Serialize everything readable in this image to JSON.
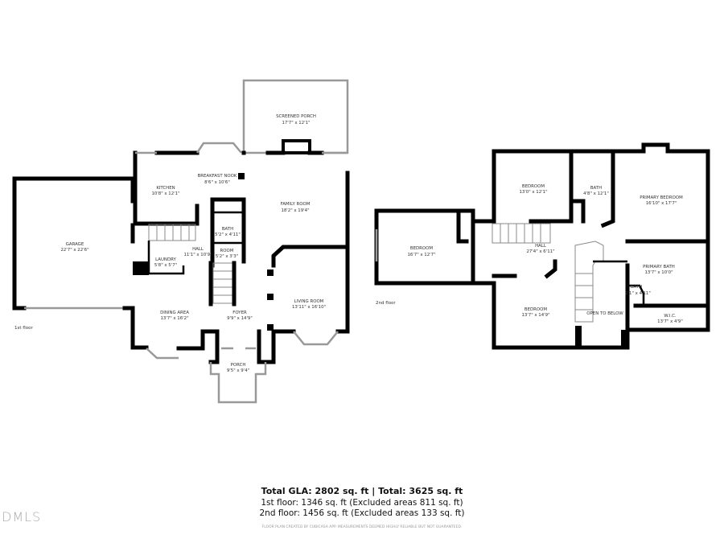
{
  "floor1": {
    "label": "1st floor",
    "rooms": [
      {
        "name": "SCREENED PORCH",
        "dims": "17'7\" x 12'1\""
      },
      {
        "name": "KITCHEN",
        "dims": "10'8\" x 12'1\""
      },
      {
        "name": "BREAKFAST NOOK",
        "dims": "8'6\" x 10'6\""
      },
      {
        "name": "FAMILY ROOM",
        "dims": "18'2\" x 19'4\""
      },
      {
        "name": "GARAGE",
        "dims": "22'7\" x 22'6\""
      },
      {
        "name": "BATH",
        "dims": "5'2\" x 4'11\""
      },
      {
        "name": "HALL",
        "dims": "11'1\" x 10'9\""
      },
      {
        "name": "ROOM",
        "dims": "5'2\" x 3'3\""
      },
      {
        "name": "LAUNDRY",
        "dims": "5'8\" x 5'7\""
      },
      {
        "name": "LIVING ROOM",
        "dims": "13'11\" x 16'10\""
      },
      {
        "name": "DINING AREA",
        "dims": "13'7\" x 16'2\""
      },
      {
        "name": "FOYER",
        "dims": "9'9\" x 14'9\""
      },
      {
        "name": "PORCH",
        "dims": "9'5\" x 9'4\""
      }
    ]
  },
  "floor2": {
    "label": "2nd floor",
    "rooms": [
      {
        "name": "BEDROOM",
        "dims": "13'0\" x 12'1\""
      },
      {
        "name": "BATH",
        "dims": "4'8\" x 12'1\""
      },
      {
        "name": "PRIMARY BEDROOM",
        "dims": "16'10\" x 17'7\""
      },
      {
        "name": "BEDROOM",
        "dims": "16'7\" x 12'7\""
      },
      {
        "name": "HALL",
        "dims": "27'4\" x 6'11\""
      },
      {
        "name": "PRIMARY BATH",
        "dims": "13'7\" x 10'0\""
      },
      {
        "name": "BATH",
        "dims": "2'1\" x 4'11\""
      },
      {
        "name": "BEDROOM",
        "dims": "13'7\" x 14'9\""
      },
      {
        "name": "OPEN TO BELOW",
        "dims": ""
      },
      {
        "name": "W.I.C.",
        "dims": "13'7\" x 4'9\""
      }
    ]
  },
  "summary": {
    "total": "Total GLA: 2802 sq. ft | Total: 3625 sq. ft",
    "floor1": "1st floor: 1346 sq. ft (Excluded areas 811 sq. ft)",
    "floor2": "2nd floor: 1456 sq. ft (Excluded areas 133 sq. ft)",
    "disclaimer": "FLOOR PLAN CREATED BY CUBICASA APP. MEASUREMENTS DEEMED HIGHLY RELIABLE BUT NOT GUARANTEED."
  },
  "watermark": "DMLS"
}
